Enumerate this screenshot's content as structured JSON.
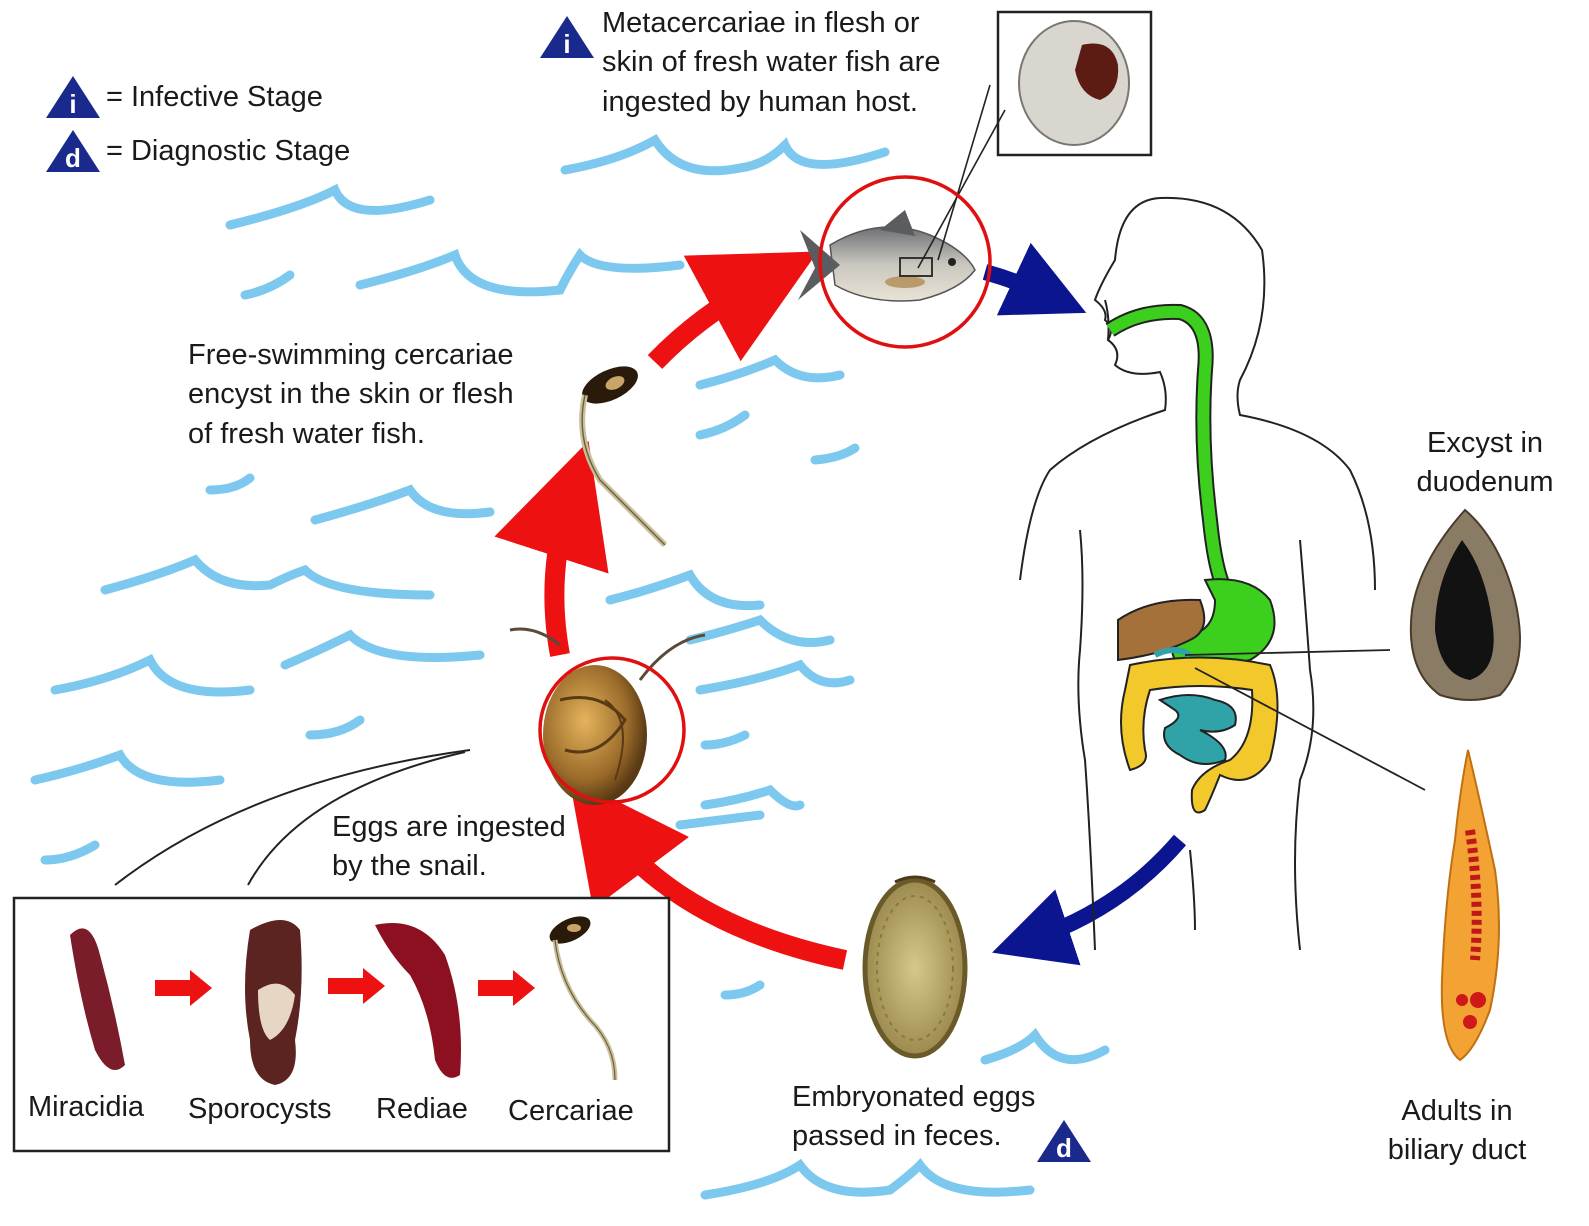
{
  "legend": {
    "infective": {
      "symbol": "i",
      "label": "= Infective Stage"
    },
    "diagnostic": {
      "symbol": "d",
      "label": "= Diagnostic Stage"
    }
  },
  "steps": {
    "metacercariae": {
      "symbol": "i",
      "lines": [
        "Metacercariae in flesh or",
        "skin of fresh water fish are",
        "ingested by human host."
      ]
    },
    "free_swimming": {
      "lines": [
        "Free-swimming cercariae",
        "encyst in the skin or flesh",
        "of fresh water fish."
      ]
    },
    "excyst": {
      "lines": [
        "Excyst in",
        "duodenum"
      ]
    },
    "eggs_ingested": {
      "lines": [
        "Eggs are ingested",
        "by the snail."
      ]
    },
    "embryonated": {
      "symbol": "d",
      "lines": [
        "Embryonated eggs",
        "passed in feces."
      ]
    },
    "adults": {
      "lines": [
        "Adults in",
        "biliary duct"
      ]
    }
  },
  "snail_stages": [
    "Miracidia",
    "Sporocysts",
    "Rediae",
    "Cercariae"
  ],
  "colors": {
    "water": "#7cc8ee",
    "red_arrow": "#ee1111",
    "blue_arrow": "#0b1590",
    "highlight_circle": "#e01010",
    "symbol_triangle": "#1a2a8c",
    "gi_esophagus": "#3ccf1e",
    "gi_liver": "#a5713a",
    "gi_colon": "#f2c82a",
    "gi_small_intestine": "#2fa3a8"
  }
}
